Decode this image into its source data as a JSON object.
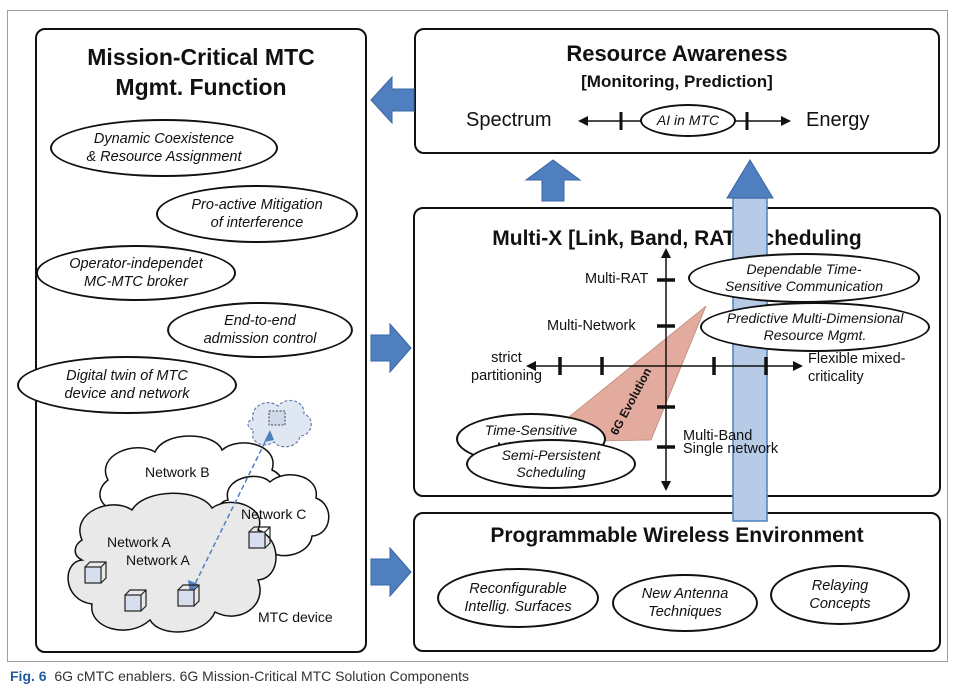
{
  "mc_mgmt": {
    "title_line1": "Mission-Critical MTC",
    "title_line2": "Mgmt. Function",
    "items": [
      "Dynamic Coexistence\n& Resource Assignment",
      "Pro-active Mitigation\nof interference",
      "Operator-independet\nMC-MTC broker",
      "End-to-end\nadmission control",
      "Digital twin of MTC\ndevice and network"
    ],
    "networks": [
      "Network B",
      "Network C",
      "Network A",
      "Network A"
    ],
    "device_label": "MTC device"
  },
  "resource": {
    "title": "Resource Awareness",
    "subtitle": "[Monitoring, Prediction]",
    "left": "Spectrum",
    "center": "AI in MTC",
    "right": "Energy"
  },
  "multix": {
    "title": "Multi-X [Link, Band, RAT] Scheduling",
    "y_labels": [
      "Multi-RAT",
      "Multi-Network",
      "Multi-Band",
      "Single network"
    ],
    "x_left": "strict\npartitioning",
    "x_right": "Flexible mixed-\ncriticality",
    "evolution": "6G Evolution",
    "items": [
      "Dependable Time-\nSensitive Communication",
      "Predictive Multi-Dimensional\nResource Mgmt.",
      "Time-Sensitive\nNetworking",
      "Semi-Persistent\nScheduling"
    ]
  },
  "wireless": {
    "title": "Programmable Wireless Environment",
    "items": [
      "Reconfigurable\nIntellig. Surfaces",
      "New Antenna\nTechniques",
      "Relaying\nConcepts"
    ]
  },
  "caption": {
    "label": "Fig. 6",
    "text": "6G cMTC enablers. 6G Mission-Critical MTC Solution Components"
  },
  "colors": {
    "arrow": "#4f7fbe",
    "band": "#b8cbe6",
    "wedge": "#e2a799"
  }
}
